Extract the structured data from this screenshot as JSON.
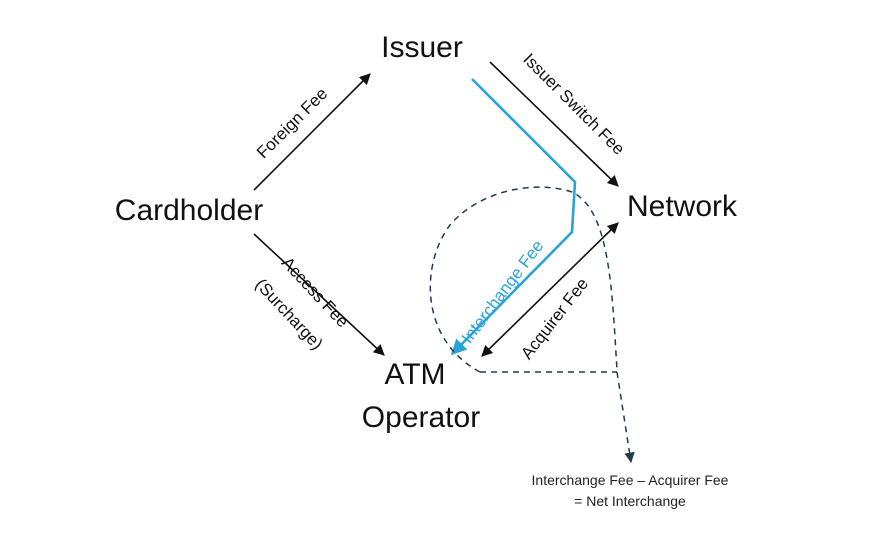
{
  "nodes": {
    "issuer": "Issuer",
    "network": "Network",
    "cardholder": "Cardholder",
    "atm_line1": "ATM",
    "atm_line2": "Operator"
  },
  "edges": {
    "foreign_fee": "Foreign Fee",
    "issuer_switch_fee": "Issuer Switch Fee",
    "access_fee_line1": "Access Fee",
    "access_fee_line2": "(Surcharge)",
    "interchange_fee": "Interchange Fee",
    "acquirer_fee": "Acquirer Fee"
  },
  "note": {
    "line1": "Interchange Fee – Acquirer Fee",
    "line2": "= Net Interchange"
  },
  "colors": {
    "arrow": "#111111",
    "interchange": "#29a3d8",
    "dashed": "#1f3b4d"
  }
}
